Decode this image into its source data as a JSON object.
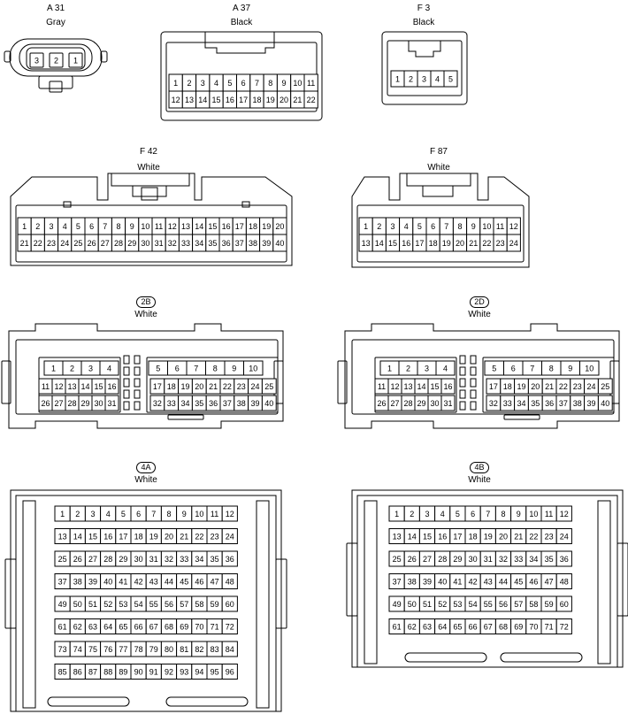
{
  "connectors": [
    {
      "id": "A 31",
      "color": "Gray"
    },
    {
      "id": "A 37",
      "color": "Black"
    },
    {
      "id": "F 3",
      "color": "Black"
    },
    {
      "id": "F 42",
      "color": "White"
    },
    {
      "id": "F 87",
      "color": "White"
    },
    {
      "id": "2B",
      "color": "White"
    },
    {
      "id": "2D",
      "color": "White"
    },
    {
      "id": "4A",
      "color": "White"
    },
    {
      "id": "4B",
      "color": "White"
    }
  ]
}
